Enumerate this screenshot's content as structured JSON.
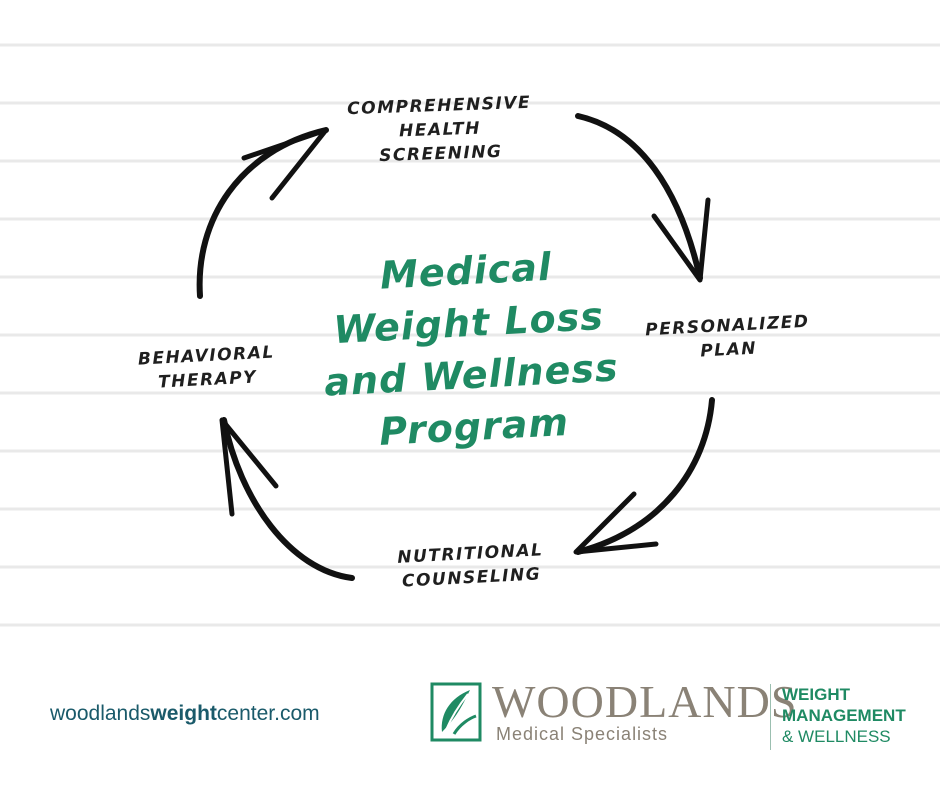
{
  "diagram": {
    "title_lines": [
      "Medical",
      "Weight Loss",
      "and Wellness",
      "Program"
    ],
    "steps": [
      {
        "lines": [
          "Comprehensive",
          "Health",
          "Screening"
        ]
      },
      {
        "lines": [
          "Personalized",
          "Plan"
        ]
      },
      {
        "lines": [
          "Nutritional",
          "Counseling"
        ]
      },
      {
        "lines": [
          "Behavioral",
          "Therapy"
        ]
      }
    ],
    "colors": {
      "title": "#1f8a63",
      "arrows": "#111111",
      "lines": "#e9e9e9"
    }
  },
  "footer": {
    "url_prefix": "woodlands",
    "url_bold": "weight",
    "url_suffix": "center.com",
    "logo": {
      "name": "WOODLANDS",
      "sub": "Medical Specialists",
      "tag_line1": "WEIGHT",
      "tag_line2": "MANAGEMENT",
      "tag_line3": "& WELLNESS",
      "icon": "leaf-emblem-icon"
    }
  }
}
